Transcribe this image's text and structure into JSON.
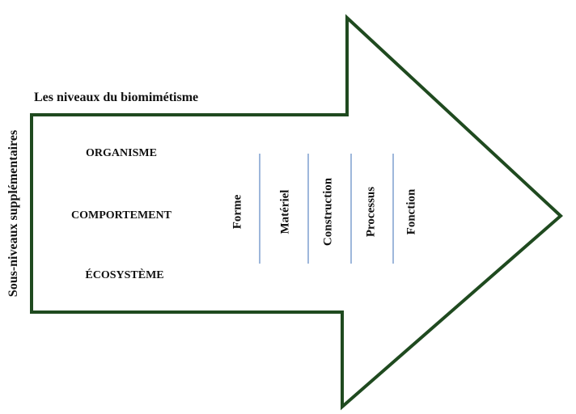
{
  "diagram": {
    "title": "Les niveaux du biomimétisme",
    "side_label": "Sous-niveaux supplémentaires",
    "levels": [
      "ORGANISME",
      "COMPORTEMENT",
      "ÉCOSYSTÈME"
    ],
    "dimensions": [
      "Forme",
      "Matériel",
      "Construction",
      "Processus",
      "Fonction"
    ],
    "colors": {
      "arrow_outline": "#1f4a1f",
      "separator": "#7f9fcf",
      "text": "#111111"
    }
  }
}
